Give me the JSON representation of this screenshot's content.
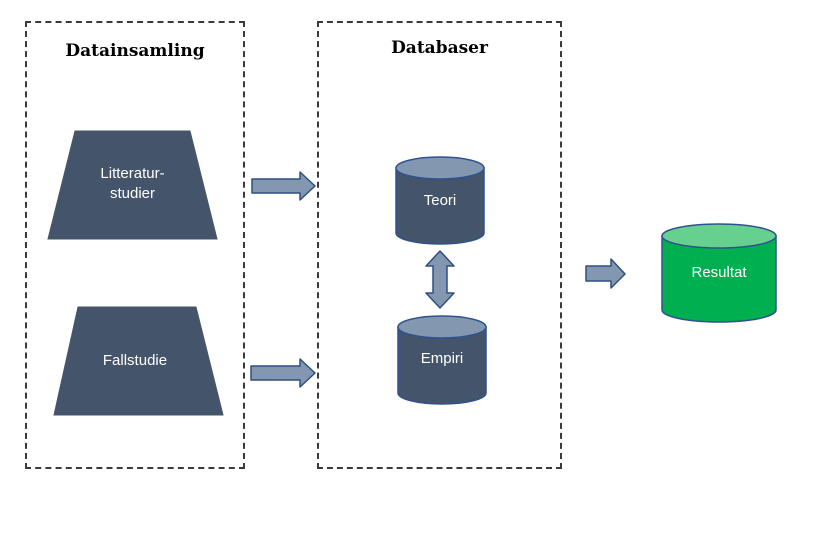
{
  "groups": {
    "datainsamling": {
      "title": "Datainsamling"
    },
    "databaser": {
      "title": "Databaser"
    }
  },
  "nodes": {
    "litteratur": {
      "line1": "Litteratur-",
      "line2": "studier"
    },
    "fallstudie": {
      "label": "Fallstudie"
    },
    "teori": {
      "label": "Teori"
    },
    "empiri": {
      "label": "Empiri"
    },
    "resultat": {
      "label": "Resultat"
    }
  },
  "colors": {
    "node_fill": "#44546a",
    "node_top": "#8497b0",
    "node_stroke": "#2f528f",
    "arrow_fill": "#8497b0",
    "arrow_stroke": "#2f4f7f",
    "result_fill": "#00b050",
    "result_top": "#66d08f",
    "result_stroke": "#2f528f",
    "panel_border": "#3a3a3a"
  },
  "icons": {
    "flow_arrow": "right-block-arrow-icon",
    "bidirectional": "up-down-block-arrow-icon"
  }
}
